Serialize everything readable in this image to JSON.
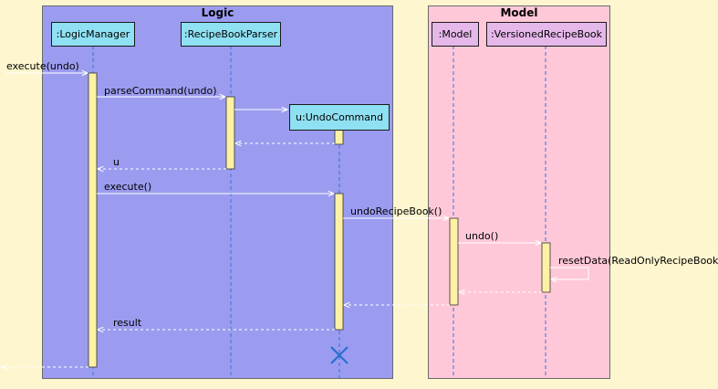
{
  "frames": {
    "logic": {
      "title": "Logic"
    },
    "model": {
      "title": "Model"
    }
  },
  "participants": {
    "logic_manager": ":LogicManager",
    "parser": ":RecipeBookParser",
    "undo_command": "u:UndoCommand",
    "model": ":Model",
    "versioned_book": ":VersionedRecipeBook"
  },
  "messages": {
    "execute_undo": "execute(undo)",
    "parse_command": "parseCommand(undo)",
    "return_u": "u",
    "execute": "execute()",
    "undo_recipe_book": "undoRecipeBook()",
    "undo": "undo()",
    "reset_data": "resetData(ReadOnlyRecipeBook)",
    "result": "result"
  },
  "colors": {
    "background": "#fdf6cf",
    "logic_frame": "#9b9cf0",
    "model_frame": "#ffc8d8",
    "logic_participant": "#8ee0f2",
    "model_participant": "#e6b8ea",
    "activation": "#fdf1a4",
    "lifeline": "#3b6fd6",
    "destroy_mark": "#2a6fd0"
  }
}
